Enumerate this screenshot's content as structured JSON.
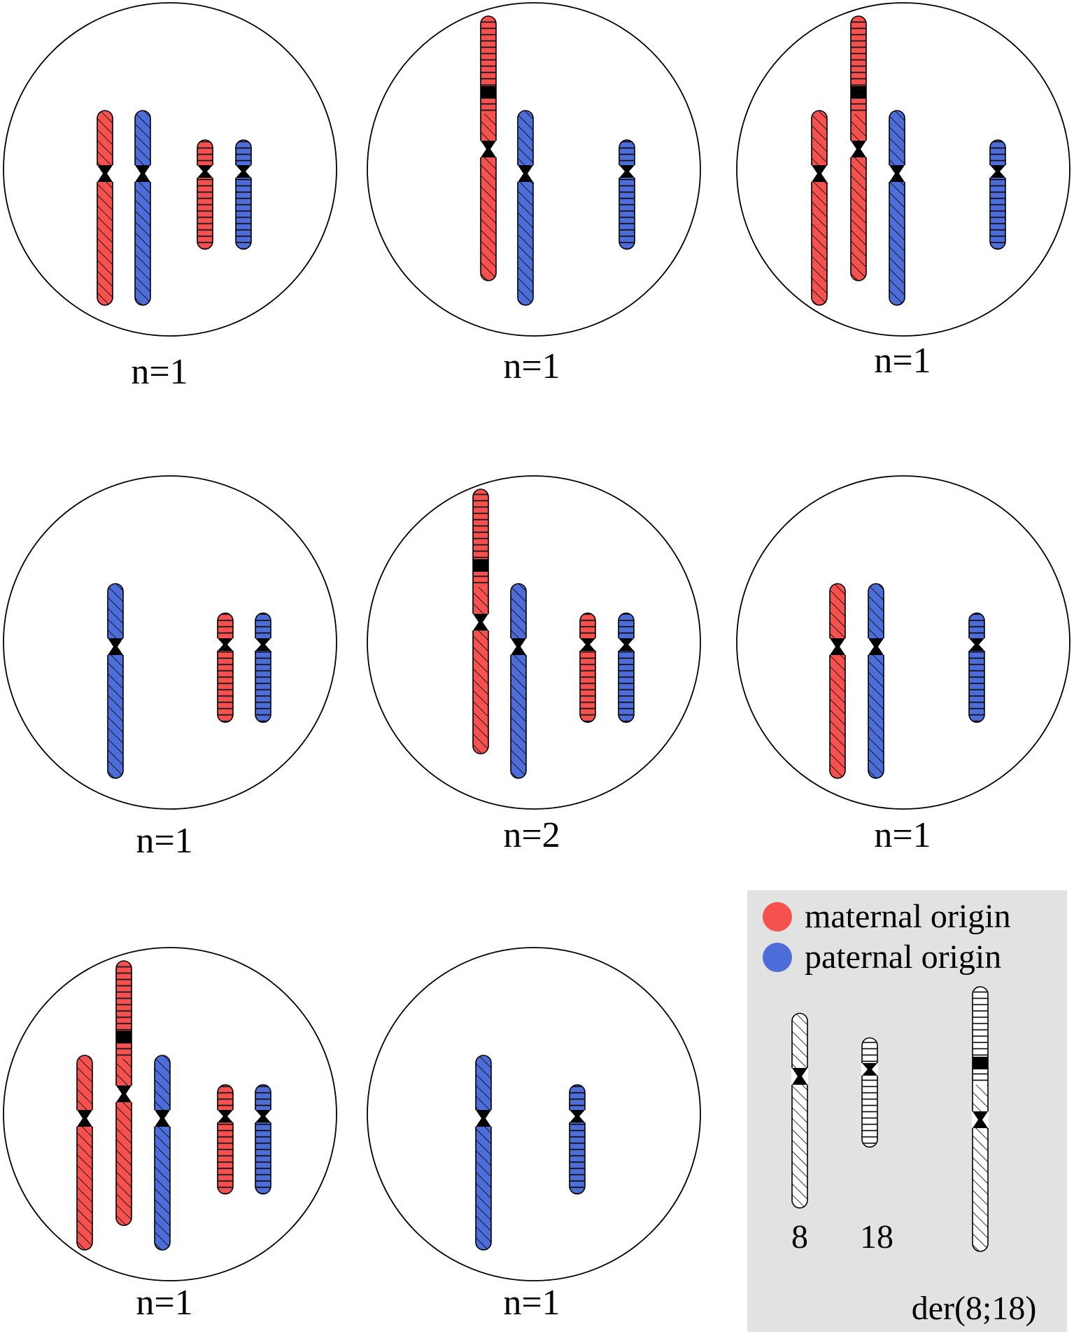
{
  "colors": {
    "maternal": "#f4514f",
    "paternal": "#4d6ed8",
    "neutral": "#ffffff",
    "legend_bg": "#e2e2e2",
    "outline": "#000000"
  },
  "cells": [
    {
      "label": "n=1",
      "chromosomes": [
        {
          "type": "8",
          "origin": "maternal"
        },
        {
          "type": "8",
          "origin": "paternal"
        },
        {
          "type": "18",
          "origin": "maternal"
        },
        {
          "type": "18",
          "origin": "paternal"
        }
      ]
    },
    {
      "label": "n=1",
      "chromosomes": [
        {
          "type": "der(8;18)",
          "origin": "maternal"
        },
        {
          "type": "8",
          "origin": "paternal"
        },
        {
          "type": "18",
          "origin": "paternal"
        }
      ]
    },
    {
      "label": "n=1",
      "chromosomes": [
        {
          "type": "8",
          "origin": "maternal"
        },
        {
          "type": "der(8;18)",
          "origin": "maternal"
        },
        {
          "type": "8",
          "origin": "paternal"
        },
        {
          "type": "18",
          "origin": "paternal"
        }
      ]
    },
    {
      "label": "n=1",
      "chromosomes": [
        {
          "type": "8",
          "origin": "paternal"
        },
        {
          "type": "18",
          "origin": "maternal"
        },
        {
          "type": "18",
          "origin": "paternal"
        }
      ]
    },
    {
      "label": "n=2",
      "chromosomes": [
        {
          "type": "der(8;18)",
          "origin": "maternal"
        },
        {
          "type": "8",
          "origin": "paternal"
        },
        {
          "type": "18",
          "origin": "maternal"
        },
        {
          "type": "18",
          "origin": "paternal"
        }
      ]
    },
    {
      "label": "n=1",
      "chromosomes": [
        {
          "type": "8",
          "origin": "maternal"
        },
        {
          "type": "8",
          "origin": "paternal"
        },
        {
          "type": "18",
          "origin": "paternal"
        }
      ]
    },
    {
      "label": "n=1",
      "chromosomes": [
        {
          "type": "8",
          "origin": "maternal"
        },
        {
          "type": "der(8;18)",
          "origin": "maternal"
        },
        {
          "type": "8",
          "origin": "paternal"
        },
        {
          "type": "18",
          "origin": "maternal"
        },
        {
          "type": "18",
          "origin": "paternal"
        }
      ]
    },
    {
      "label": "n=1",
      "chromosomes": [
        {
          "type": "8",
          "origin": "paternal"
        },
        {
          "type": "18",
          "origin": "paternal"
        }
      ]
    }
  ],
  "legend": {
    "maternal_label": "maternal origin",
    "paternal_label": "paternal origin",
    "chr8_label": "8",
    "chr18_label": "18",
    "der_label": "der(8;18)"
  }
}
